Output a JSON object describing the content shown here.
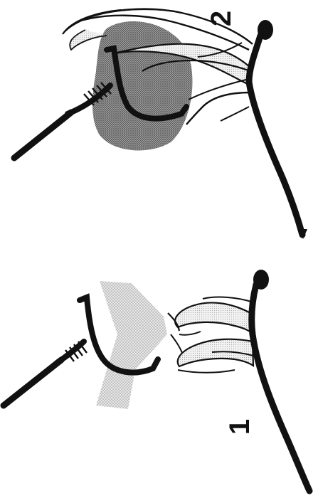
{
  "panels": [
    {
      "id": "panel-2",
      "step_label": "2",
      "smoke": "dense"
    },
    {
      "id": "panel-1",
      "step_label": "1",
      "smoke": "light"
    }
  ],
  "colors": {
    "ink": "#111111",
    "smoke_light": "#c4c4c4",
    "smoke_dense": "#8a8a8a",
    "flame_shade": "#d8d8d8",
    "background": "#ffffff"
  },
  "icons": {
    "match": "match-icon",
    "flame": "flame-icon",
    "hook": "hook-icon",
    "smoke": "smoke-icon"
  }
}
